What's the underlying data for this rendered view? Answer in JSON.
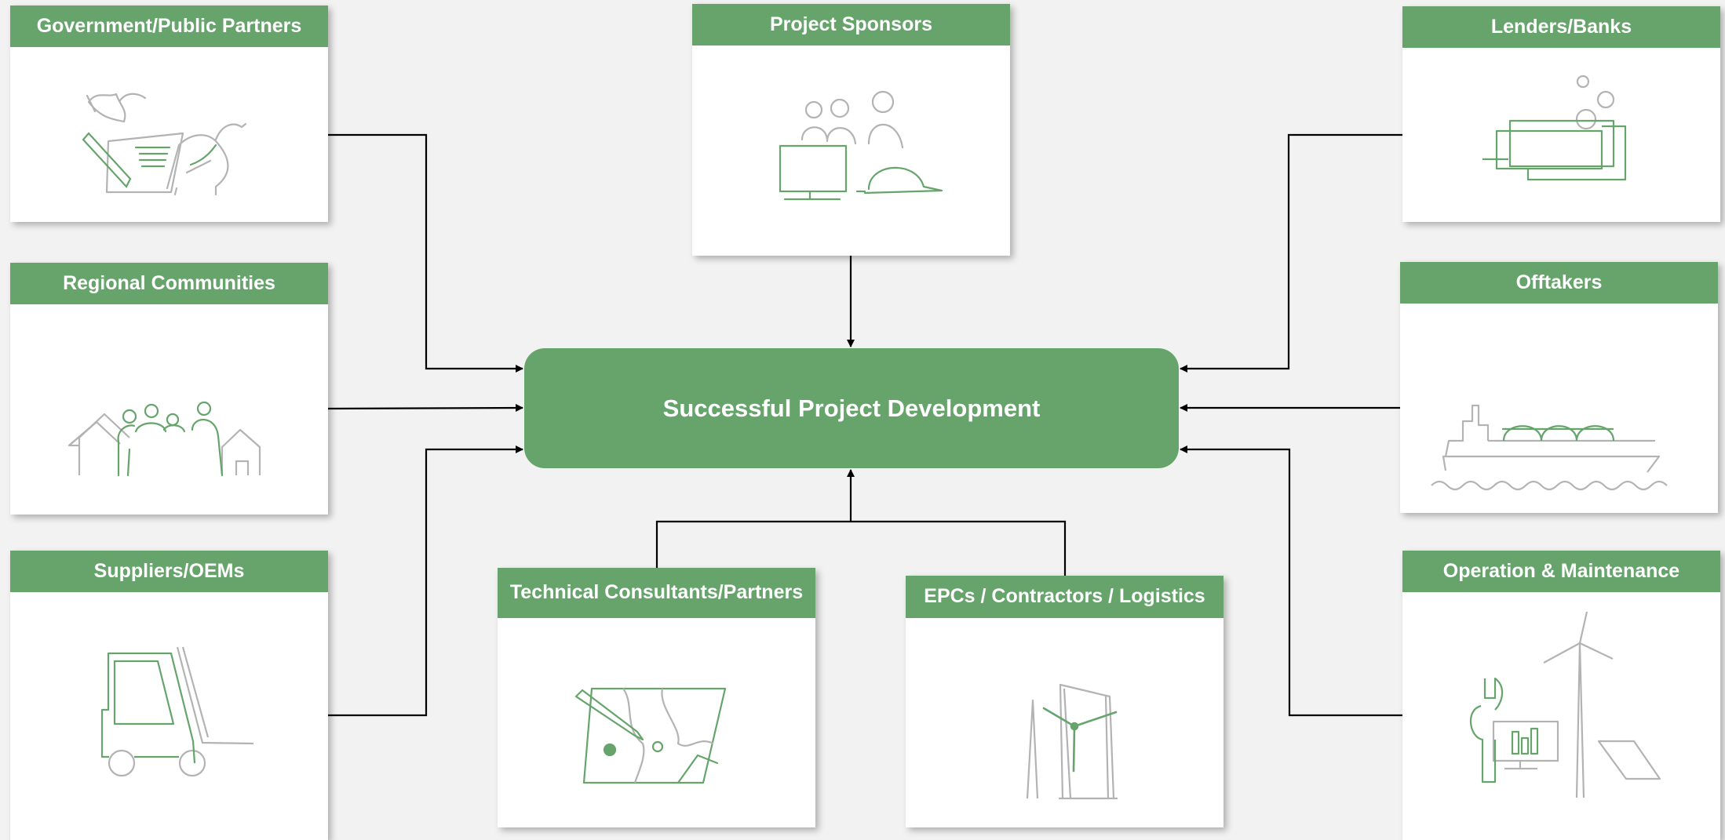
{
  "center": {
    "label": "Successful Project Development"
  },
  "stakeholders": {
    "government": {
      "label": "Government/Public Partners",
      "icon": "signing-document-icon"
    },
    "sponsors": {
      "label": "Project Sponsors",
      "icon": "sponsors-team-icon"
    },
    "lenders": {
      "label": "Lenders/Banks",
      "icon": "banknotes-coins-icon"
    },
    "communities": {
      "label": "Regional Communities",
      "icon": "community-houses-icon"
    },
    "offtakers": {
      "label": "Offtakers",
      "icon": "lng-tanker-ship-icon"
    },
    "suppliers": {
      "label": "Suppliers/OEMs",
      "icon": "forklift-icon"
    },
    "consultants": {
      "label": "Technical Consultants/Partners",
      "icon": "map-planning-icon"
    },
    "epc": {
      "label": "EPCs / Contractors / Logistics",
      "icon": "wind-turbine-installation-icon"
    },
    "om": {
      "label": "Operation & Maintenance",
      "icon": "maintenance-wrench-turbine-icon"
    }
  },
  "colors": {
    "accent": "#66a46c",
    "icon_gray": "#b3b3b3",
    "background": "#f2f2f2"
  }
}
